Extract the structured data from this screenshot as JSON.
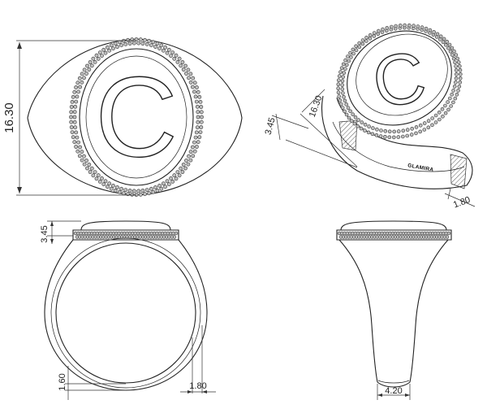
{
  "drawing": {
    "engraved_letter": "C",
    "brand_mark": "GLAMIRA",
    "dimensions": {
      "top_view_height": "16.30",
      "iso_height": "16.30",
      "iso_depth": "3.45",
      "iso_width": "1.80",
      "front_height": "3.45",
      "front_bottom": "1.60",
      "front_right": "1.80",
      "side_bottom": "4.20"
    }
  }
}
